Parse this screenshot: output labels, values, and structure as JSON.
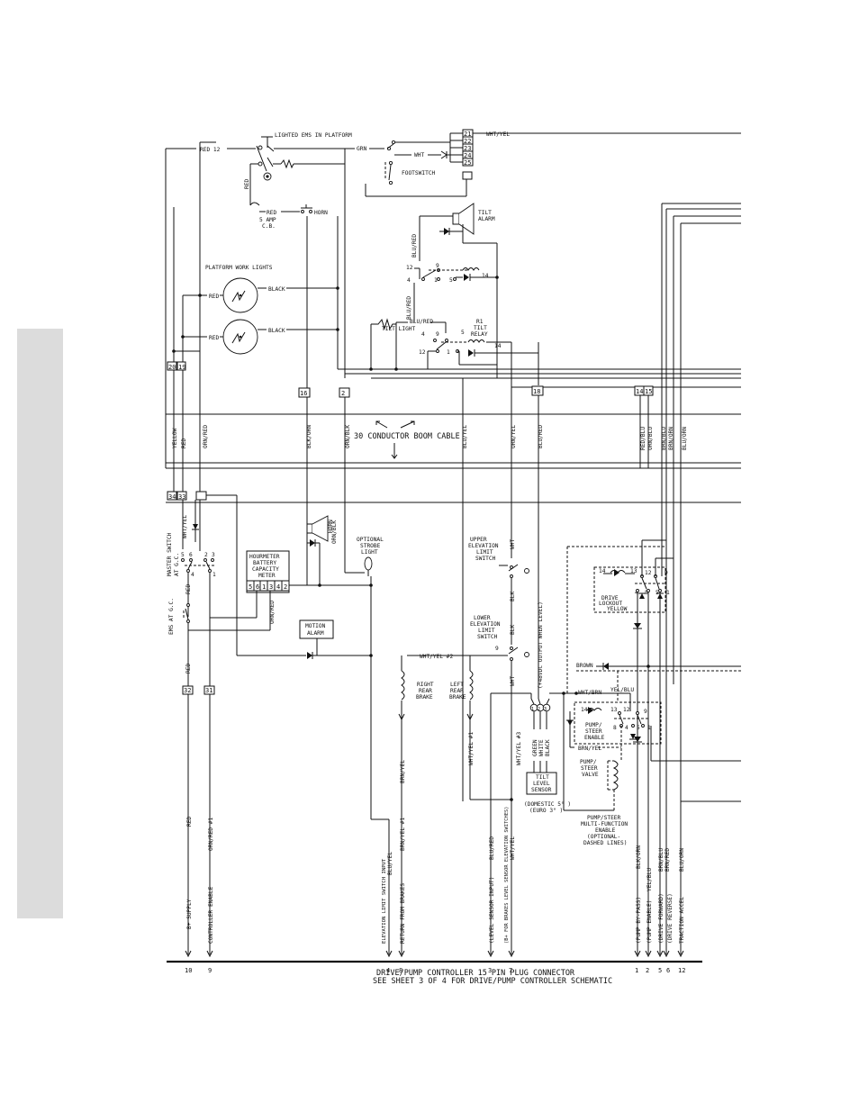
{
  "platform": {
    "lighted_ems": "LIGHTED EMS IN PLATFORM",
    "red12": "RED 12",
    "grn": "GRN",
    "wht": "WHT",
    "footswitch": "FOOTSWITCH",
    "red_vert": "RED",
    "red_cb": "RED",
    "cb_label": "5 AMP",
    "cb_label2": "C.B.",
    "horn_top": "HORN",
    "work_lights": "PLATFORM WORK LIGHTS",
    "red_light1": "RED",
    "red_light2": "RED",
    "black1": "BLACK",
    "black2": "BLACK",
    "tilt_alarm1": "TILT",
    "tilt_alarm2": "ALARM",
    "blu_red_v": "BLU/RED",
    "blu_red_h": "BLU/RED",
    "blu_red_h2": "BLU/RED",
    "tilt_light": "TILT LIGHT",
    "r1": "R1",
    "tilt_relay1": "TILT",
    "tilt_relay2": "RELAY",
    "wht_yel_top": "WHT/YEL",
    "relay_nums": {
      "n12a": "12",
      "n4a": "4",
      "n9a": "9",
      "n1a": "1",
      "n5a": "5",
      "n14a": "14",
      "n4b": "4",
      "n12b": "12",
      "n9b": "9",
      "n1b": "1",
      "n5b": "5",
      "n14b": "14"
    },
    "connector_pins": [
      "21",
      "22",
      "23",
      "24",
      "25"
    ]
  },
  "boom": {
    "pin_boxes": {
      "p20": "20",
      "p19": "19",
      "p16a": "16",
      "p2": "2",
      "p18": "18",
      "p14": "14",
      "p15": "15",
      "p34": "34",
      "p33": "33"
    },
    "cable_label": "30 CONDUCTOR BOOM CABLE",
    "wires": [
      "YELLOW",
      "RED",
      "ORN/RED",
      "BLK/ORN",
      "ORN/BLK",
      "BLU/YEL",
      "ORN/YEL",
      "BLU/RED",
      "RED/BLU",
      "ORN/BLU",
      "BRN/BLU",
      "BRN/ORN",
      "BLU/ORN"
    ]
  },
  "ground": {
    "master_switch": "MASTER SWITCH",
    "at_gc": "AT G.C.",
    "ems_gc": "EMS AT G.C.",
    "wht_yel": "WHT/YEL",
    "red": "RED",
    "red2": "RED",
    "sw_nums": {
      "s5": "5",
      "s6": "6",
      "s2": "2",
      "s3": "3",
      "s4": "4",
      "s1": "1"
    },
    "horn": "HORN",
    "optional_strobe": [
      "OPTIONAL",
      "STROBE",
      "LIGHT"
    ],
    "hourmeter": [
      "HOURMETER",
      "BATTERY",
      "CAPACITY",
      "METER"
    ],
    "hm_pins": [
      "5",
      "6",
      "1",
      "3",
      "4",
      "2"
    ],
    "orn_red": "ORN/RED",
    "orn_blk": "ORN/BLK",
    "motion_alarm": [
      "MOTION",
      "ALARM"
    ],
    "p32": "32",
    "p31": "31"
  },
  "chassis": {
    "upper_limit": [
      "UPPER",
      "ELEVATION",
      "LIMIT",
      "SWITCH"
    ],
    "lower_limit": [
      "LOWER",
      "ELEVATION",
      "LIMIT",
      "SWITCH"
    ],
    "wht": "WHT",
    "blk": "BLK",
    "blk2": "BLK",
    "wht2": "WHT",
    "output_level": "(+48VDC OUTPUT WHEN LEVEL)",
    "wht_yel_2": "WHT/YEL #2",
    "right_rear_brake": [
      "RIGHT",
      "REAR",
      "BRAKE"
    ],
    "left_rear_brake": [
      "LEFT",
      "REAR",
      "BRAKE"
    ],
    "brn_yel": "BRN/YEL",
    "wht_yel_1": "WHT/YEL #1",
    "wht_yel_3": "WHT/YEL #3",
    "green": "GREEN",
    "white": "WHITE",
    "black": "BLACK",
    "tilt_sensor": [
      "TILT",
      "LEVEL",
      "SENSOR"
    ],
    "domestic": "(DOMESTIC 5° )",
    "euro": "(EURO 3° )",
    "drive_lockout": [
      "DRIVE",
      "LOCKOUT"
    ],
    "yellow": "YELLOW",
    "brown": "BROWN",
    "wht_brn": "WHT/BRN",
    "yel_blu": "YEL/BLU",
    "pump_steer": [
      "PUMP/",
      "STEER",
      "ENABLE"
    ],
    "brn_yel2": "BRN/YEL",
    "pump_steer_valve": [
      "PUMP/",
      "STEER",
      "VALVE"
    ],
    "multi_fn": [
      "PUMP/STEER",
      "MULTI-FUNCTION",
      "ENABLE",
      "(OPTIONAL-",
      "DASHED LINES)"
    ],
    "relay_nums": {
      "a14": "14",
      "a13": "13",
      "a12": "12",
      "a9": "9",
      "a4": "4",
      "a8": "8",
      "a5": "5",
      "a1": "1",
      "b14": "14",
      "b13": "13",
      "b12": "12",
      "b9": "9",
      "b8": "8",
      "b4": "4",
      "b5": "5",
      "b1": "1"
    }
  },
  "bottom": {
    "labels": [
      {
        "wire": "RED",
        "desc": "B+ SUPPLY",
        "pin": "10"
      },
      {
        "wire": "ORN/RED #1",
        "desc": "CONTROLLER ENABLE",
        "pin": "9"
      },
      {
        "wire": "BLU/YEL",
        "desc": "ELEVATION LIMIT SWITCH INPUT",
        "pin": "4"
      },
      {
        "wire": "BRN/YEL #1",
        "desc": "RETURN FROM BRAKES",
        "pin": "8"
      },
      {
        "wire": "BLU/RED",
        "desc": "(LEVEL SENSOR INPUT)",
        "pin": "3"
      },
      {
        "wire": "WHT/YEL",
        "desc": "(B+ FOR BRAKES LEVEL SENSOR ELEVATION SWITCHES)",
        "pin": "7"
      },
      {
        "wire": "BLK/ORN",
        "desc": "(PUMP BY-PASS)",
        "pin": "1"
      },
      {
        "wire": "YEL/BLU",
        "desc": "(PUMP ENABLE)",
        "pin": "2"
      },
      {
        "wire": "BRN/BLU",
        "desc": "(DRIVE FORWARD)",
        "pin": "5"
      },
      {
        "wire": "BRN/RED",
        "desc": "(DRIVE REVERSE)",
        "pin": "6"
      },
      {
        "wire": "BLU/ORN",
        "desc": "TRACTION ACCEL",
        "pin": "12"
      }
    ],
    "caption1": "DRIVE/PUMP CONTROLLER 15 PIN PLUG CONNECTOR",
    "caption2": "SEE SHEET 3 OF 4 FOR DRIVE/PUMP CONTROLLER SCHEMATIC"
  }
}
